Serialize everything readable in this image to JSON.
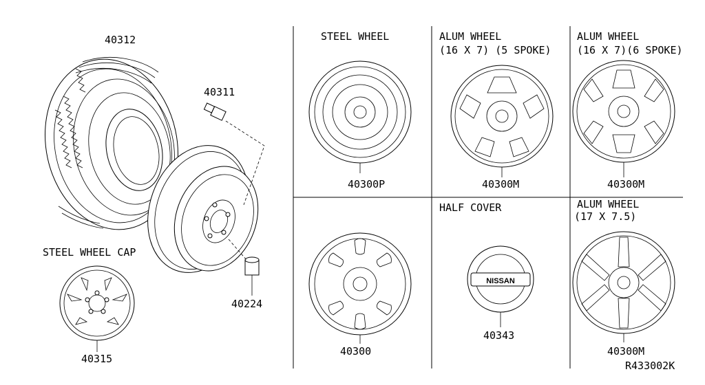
{
  "diagram": {
    "tire_part": "40312",
    "valve_part": "40311",
    "nut_part": "40224",
    "cap_title": "STEEL WHEEL CAP",
    "cap_part": "40315",
    "steel_wheel_title": "STEEL WHEEL",
    "steel_wheel_part": "40300P",
    "alum5_title_1": "ALUM WHEEL",
    "alum5_title_2": "(16 X 7)  (5 SPOKE)",
    "alum5_part": "40300M",
    "alum6_title_1": "ALUM WHEEL",
    "alum6_title_2": "(16 X 7)(6 SPOKE)",
    "alum6_part": "40300M",
    "steel2_part": "40300",
    "half_cover_title": "HALF COVER",
    "half_cover_badge": "NISSAN",
    "half_cover_part": "40343",
    "alum17_title_1": "ALUM WHEEL",
    "alum17_title_2": "(17 X 7.5)",
    "alum17_part": "40300M",
    "ref_code": "R433002K"
  }
}
